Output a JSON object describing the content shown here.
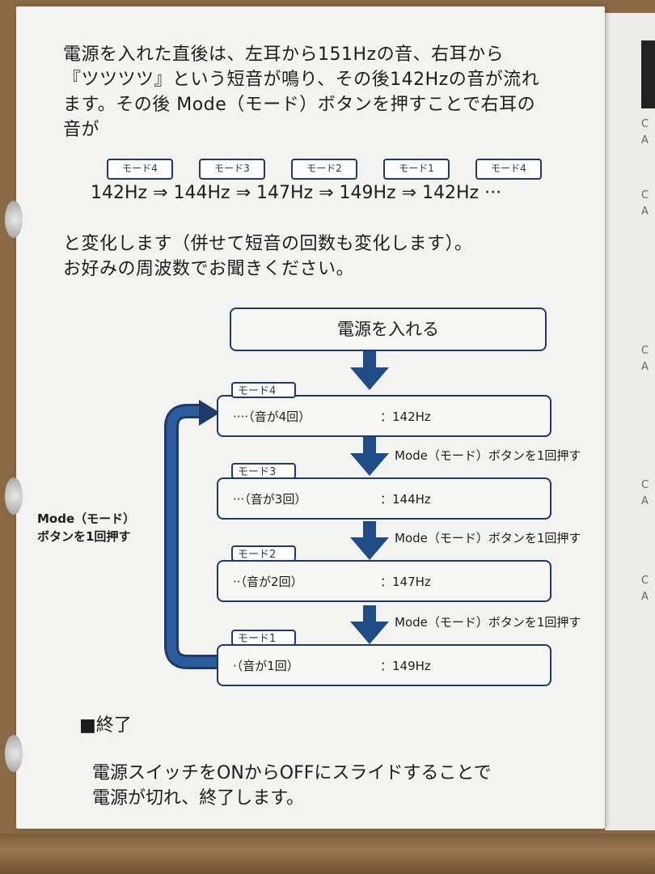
{
  "intro": {
    "lines": [
      "電源を入れた直後は、左耳から151Hzの音、右耳から",
      "『ツツツツ』という短音が鳴り、その後142Hzの音が流れ",
      "ます。その後 Mode（モード）ボタンを押すことで右耳の",
      "音が"
    ]
  },
  "sequence": {
    "tags": [
      "モード4",
      "モード3",
      "モード2",
      "モード1",
      "モード4"
    ],
    "freq_line": "142Hz ⇒ 144Hz ⇒ 147Hz ⇒ 149Hz ⇒ 142Hz ···"
  },
  "after": {
    "lines": [
      "と変化します（併せて短音の回数も変化します）。",
      "お好みの周波数でお聞きください。"
    ]
  },
  "flow": {
    "start": "電源を入れる",
    "states": [
      {
        "tag": "モード4",
        "label": "····（音が4回）",
        "freq": "：142Hz"
      },
      {
        "tag": "モード3",
        "label": "···（音が3回）",
        "freq": "：144Hz"
      },
      {
        "tag": "モード2",
        "label": "··（音が2回）",
        "freq": "：147Hz"
      },
      {
        "tag": "モード1",
        "label": "·（音が1回）",
        "freq": "：149Hz"
      }
    ],
    "press": "Mode（モード）ボタンを1回押す",
    "side_line1": "Mode（モード）",
    "side_line2": "ボタンを1回押す"
  },
  "end": {
    "heading": "■終了",
    "lines": [
      "電源スイッチをONからOFFにスライドすることで",
      "電源が切れ、終了します。"
    ]
  },
  "colors": {
    "accent": "#1f3a66",
    "page": "#f3f3f1"
  }
}
